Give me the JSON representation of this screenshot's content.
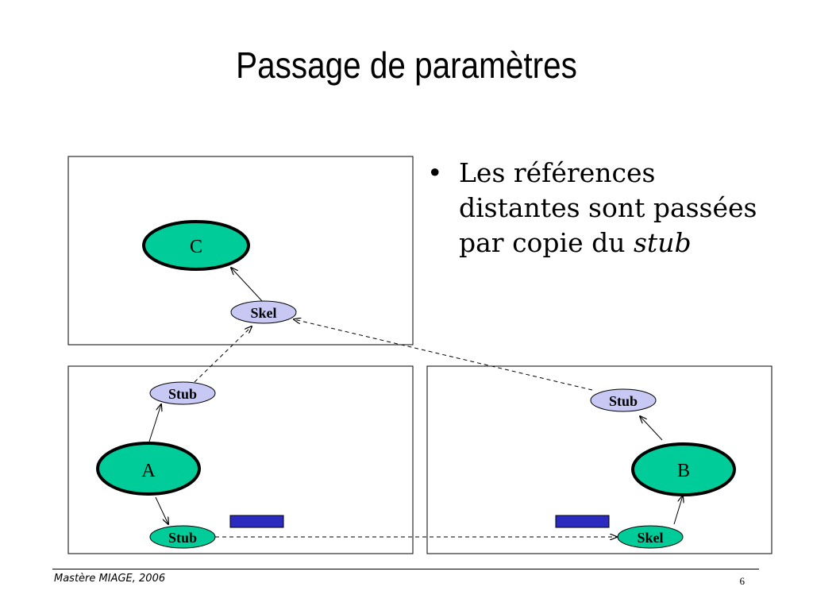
{
  "slide": {
    "title": "Passage de paramètres",
    "bullet_text": "Les références distantes sont passées par copie du",
    "bullet_emphasis": "stub",
    "footer_left": "Mastère MIAGE, 2006",
    "page_number": "6"
  },
  "diagram": {
    "objects": {
      "c": "C",
      "a": "A",
      "b": "B"
    },
    "labels": {
      "skel_top": "Skel",
      "stub_a_top": "Stub",
      "stub_a_bottom": "Stub",
      "stub_b_top": "Stub",
      "skel_b_bottom": "Skel"
    },
    "colors": {
      "object_fill": "#00cc99",
      "stub_fill": "#c8c8f5",
      "param_fill": "#2b2bbf"
    }
  }
}
